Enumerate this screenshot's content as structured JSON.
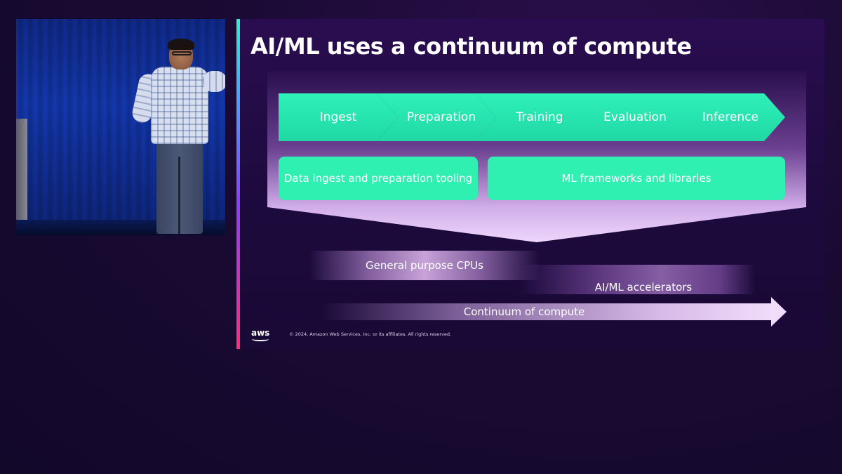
{
  "slide": {
    "title": "AI/ML uses a continuum of compute",
    "stages": [
      "Ingest",
      "Preparation",
      "Training",
      "Evaluation",
      "Inference"
    ],
    "tools": {
      "data_tooling": "Data ingest and preparation tooling",
      "ml_frameworks": "ML frameworks and libraries"
    },
    "compute": {
      "cpus": "General purpose CPUs",
      "accelerators": "AI/ML accelerators",
      "continuum": "Continuum of compute"
    },
    "footer": {
      "logo_text": "aws",
      "copyright": "© 2024, Amazon Web Services, Inc. or its affiliates. All rights reserved."
    }
  },
  "colors": {
    "accent_green": "#2ff0b0",
    "lavender": "#e6c8f6",
    "background": "#1a0a33"
  }
}
